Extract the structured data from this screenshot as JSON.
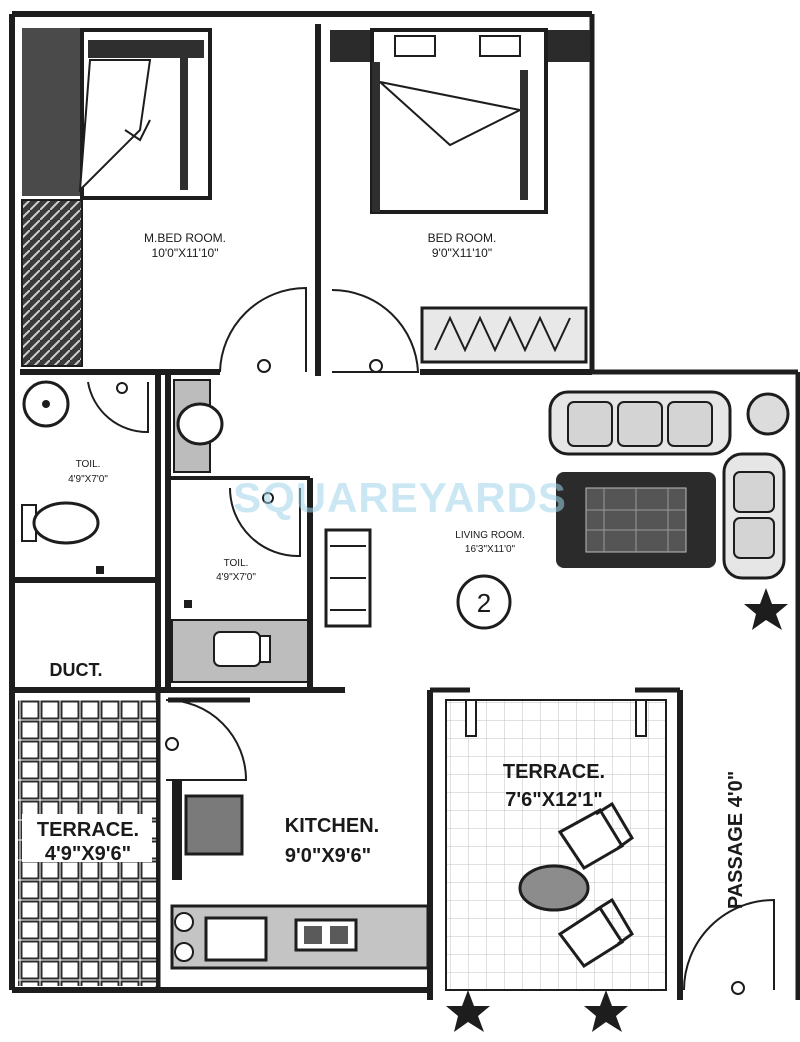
{
  "rooms": {
    "master_bedroom": {
      "name": "M.BED ROOM.",
      "size": "10'0\"X11'10\""
    },
    "bedroom": {
      "name": "BED ROOM.",
      "size": "9'0\"X11'10\""
    },
    "toilet_1": {
      "name": "TOIL.",
      "size": "4'9\"X7'0\""
    },
    "toilet_2": {
      "name": "TOIL.",
      "size": "4'9\"X7'0\""
    },
    "living_room": {
      "name": "LIVING ROOM.",
      "size": "16'3\"X11'0\""
    },
    "duct": {
      "name": "DUCT."
    },
    "terrace_small": {
      "name": "TERRACE.",
      "size": "4'9\"X9'6\""
    },
    "kitchen": {
      "name": "KITCHEN.",
      "size": "9'0\"X9'6\""
    },
    "terrace_large": {
      "name": "TERRACE.",
      "size": "7'6\"X12'1\""
    },
    "passage": {
      "name": "PASSAGE 4'0\""
    }
  },
  "unit_number": "2",
  "watermark": "SQUAREYARDS",
  "icons": [
    "door-swing",
    "wardrobe",
    "bed",
    "wash-basin",
    "toilet-wc",
    "sofa",
    "coffee-table",
    "tv-unit",
    "stove",
    "sink",
    "dining-table",
    "chair",
    "plant"
  ]
}
